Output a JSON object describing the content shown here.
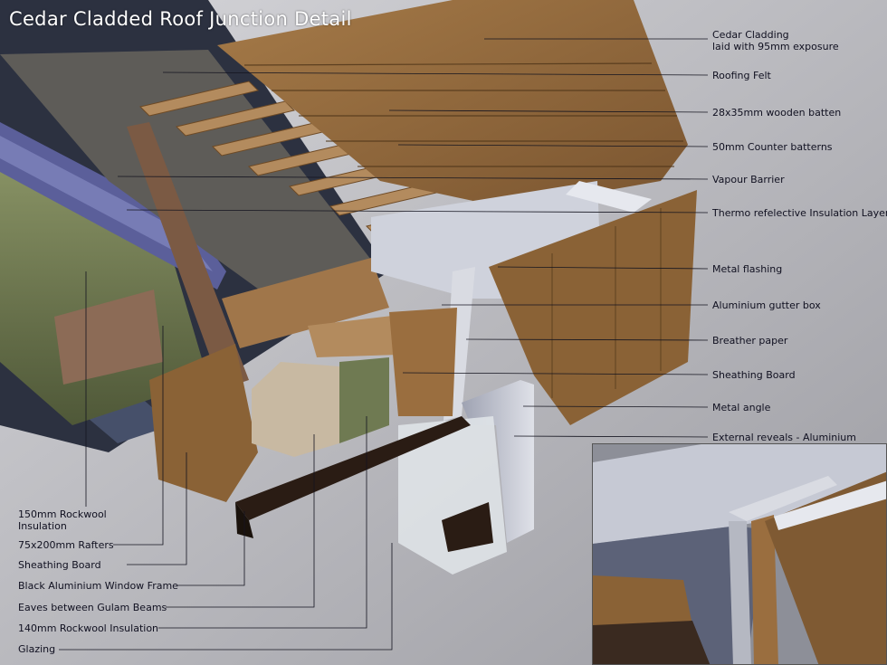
{
  "title": "Cedar Cladded Roof Junction Detail",
  "labels_right": [
    {
      "id": "cedar-cladding",
      "line1": "Cedar Cladding",
      "line2": "laid with 95mm exposure"
    },
    {
      "id": "roofing-felt",
      "text": "Roofing Felt"
    },
    {
      "id": "wooden-batten",
      "text": "28x35mm wooden batten"
    },
    {
      "id": "counter-battens",
      "text": "50mm Counter batterns"
    },
    {
      "id": "vapour-barrier",
      "text": "Vapour Barrier"
    },
    {
      "id": "thermo-insulation",
      "text": "Thermo refelective Insulation Layer"
    },
    {
      "id": "metal-flashing",
      "text": "Metal flashing"
    },
    {
      "id": "aluminium-gutter",
      "text": "Aluminium gutter box"
    },
    {
      "id": "breather-paper",
      "text": "Breather paper"
    },
    {
      "id": "sheathing-board-right",
      "text": "Sheathing Board"
    },
    {
      "id": "metal-angle",
      "text": "Metal angle"
    },
    {
      "id": "external-reveals",
      "text": "External reveals - Aluminium"
    }
  ],
  "labels_left": [
    {
      "id": "rockwool-150",
      "line1": "150mm Rockwool",
      "line2": "Insulation"
    },
    {
      "id": "rafters",
      "text": "75x200mm Rafters"
    },
    {
      "id": "sheathing-board-left",
      "text": "Sheathing Board"
    },
    {
      "id": "window-frame",
      "text": "Black Aluminium Window Frame"
    },
    {
      "id": "eaves",
      "text": "Eaves between Gulam Beams"
    },
    {
      "id": "rockwool-140",
      "text": "140mm Rockwool Insulation"
    },
    {
      "id": "glazing",
      "text": "Glazing"
    }
  ],
  "colors": {
    "cedar": "#8a6236",
    "cedar_dark": "#6e4a25",
    "felt": "#5e5c58",
    "insulation": "#6f7a52",
    "vapour": "#5b5f9a",
    "aluminium": "#c9ccd6",
    "window_frame": "#2a1c14",
    "background": "#b9b9bd"
  }
}
